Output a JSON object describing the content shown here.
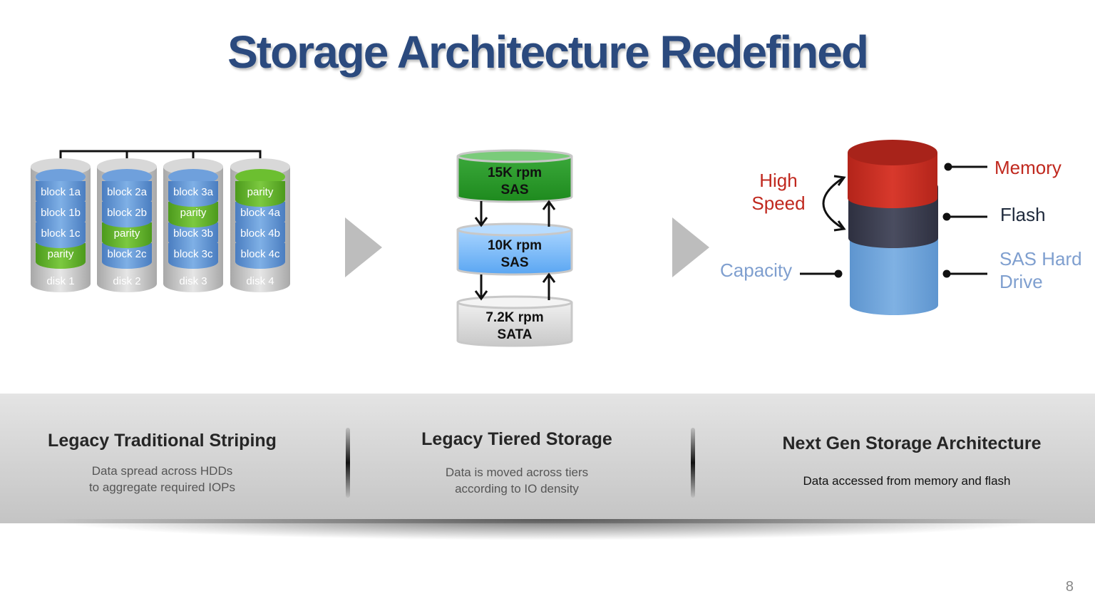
{
  "title": "Storage Architecture Redefined",
  "raid": {
    "disks": [
      {
        "label": "disk 1",
        "blocks": [
          "block 1a",
          "block 1b",
          "block 1c",
          "parity"
        ]
      },
      {
        "label": "disk 2",
        "blocks": [
          "block 2a",
          "block 2b",
          "parity",
          "block 2c"
        ]
      },
      {
        "label": "disk 3",
        "blocks": [
          "block 3a",
          "parity",
          "block 3b",
          "block 3c"
        ]
      },
      {
        "label": "disk 4",
        "blocks": [
          "parity",
          "block 4a",
          "block 4b",
          "block 4c"
        ]
      }
    ]
  },
  "tiers": [
    {
      "line1": "15K rpm",
      "line2": "SAS"
    },
    {
      "line1": "10K rpm",
      "line2": "SAS"
    },
    {
      "line1": "7.2K rpm",
      "line2": "SATA"
    }
  ],
  "nextgen": {
    "memory": "Memory",
    "flash": "Flash",
    "sas_line1": "SAS Hard",
    "sas_line2": "Drive",
    "high_line1": "High",
    "high_line2": "Speed",
    "capacity": "Capacity"
  },
  "panels": [
    {
      "title": "Legacy Traditional Striping",
      "desc1": "Data spread across HDDs",
      "desc2": "to aggregate required IOPs"
    },
    {
      "title": "Legacy Tiered Storage",
      "desc1": "Data is moved across tiers",
      "desc2": "according to IO density"
    },
    {
      "title": "Next Gen Storage Architecture",
      "desc1": "Data accessed from memory and flash"
    }
  ],
  "colors": {
    "title": "#2b4a7e",
    "block_blue": "#5b8fd0",
    "parity_green": "#5aaa2a",
    "memory_red": "#c0281e",
    "flash_dark": "#3b3d4e",
    "sas_blue": "#6aa0d6",
    "capacity_text": "#7f9fcf"
  },
  "page_number": "8"
}
